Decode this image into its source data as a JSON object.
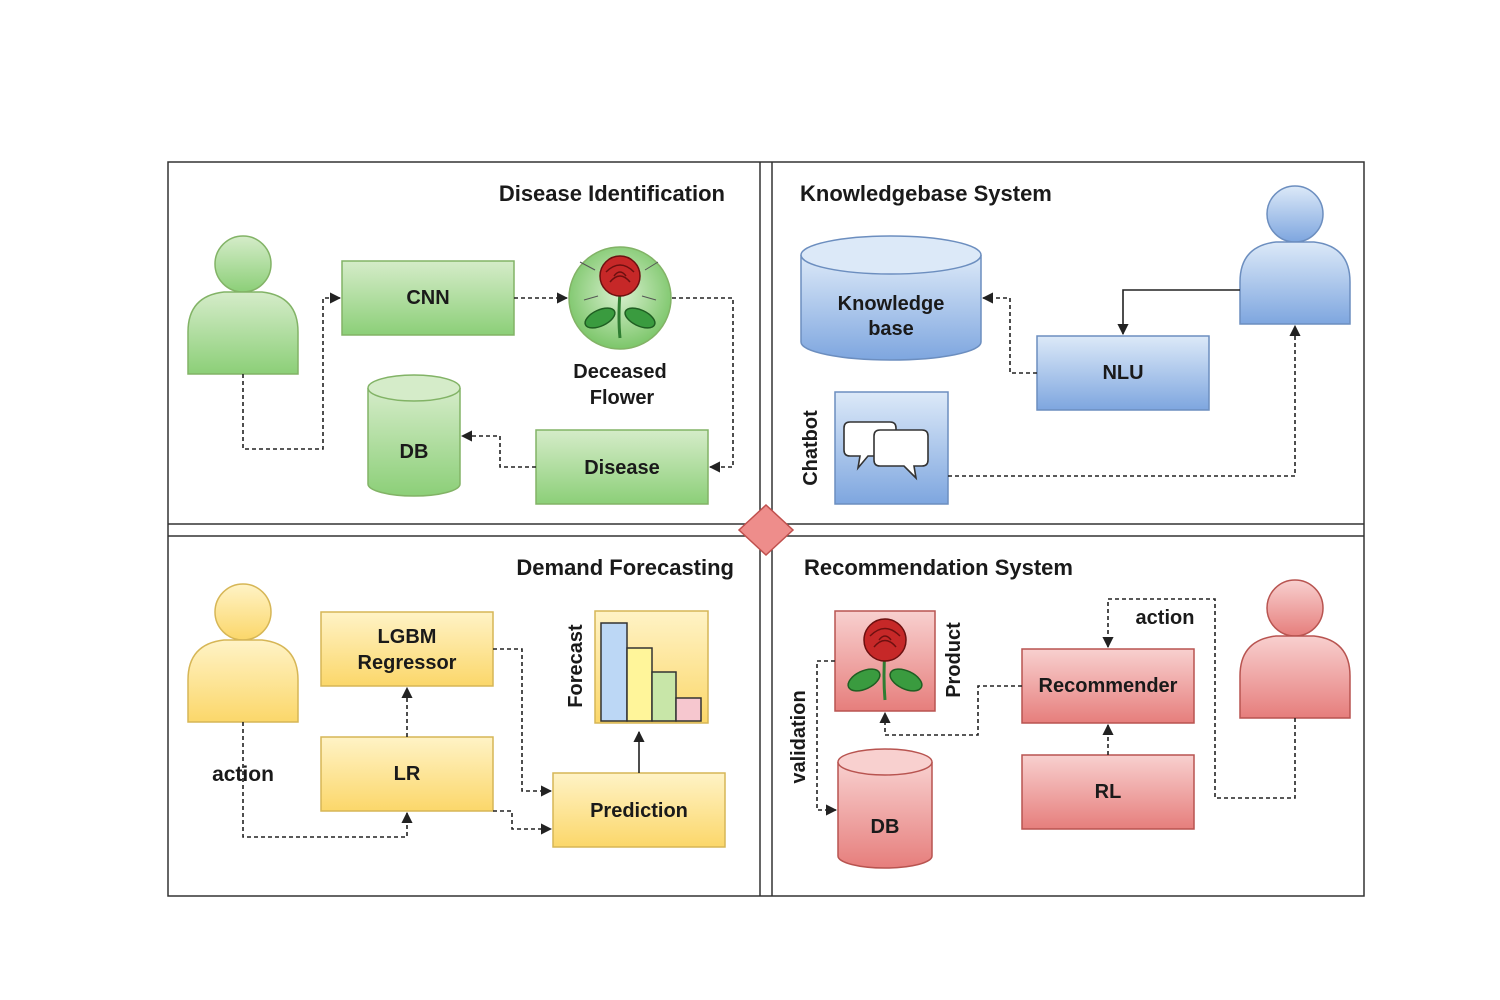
{
  "quadrants": {
    "disease": {
      "title": "Disease Identification",
      "cnn": "CNN",
      "flower_line1": "Deceased",
      "flower_line2": "Flower",
      "db": "DB",
      "disease": "Disease",
      "colors": {
        "fill": "#a9d99a",
        "stroke": "#82b366"
      }
    },
    "knowledge": {
      "title": "Knowledgebase System",
      "kb_line1": "Knowledge",
      "kb_line2": "base",
      "nlu": "NLU",
      "chatbot": "Chatbot",
      "colors": {
        "fill": "#8fb3e6",
        "stroke": "#6c8ebf"
      }
    },
    "demand": {
      "title": "Demand Forecasting",
      "lgbm_line1": "LGBM",
      "lgbm_line2": "Regressor",
      "lr": "LR",
      "prediction": "Prediction",
      "forecast": "Forecast",
      "action": "action",
      "colors": {
        "fill": "#fde59a",
        "stroke": "#d6b656"
      }
    },
    "recommendation": {
      "title": "Recommendation System",
      "product": "Product",
      "validation": "validation",
      "db": "DB",
      "recommender": "Recommender",
      "rl": "RL",
      "action": "action",
      "colors": {
        "fill": "#ef9a9a",
        "stroke": "#b85450"
      }
    }
  },
  "icons": [
    "user-icon",
    "database-icon",
    "rose-icon",
    "chat-bubbles-icon",
    "bar-chart-icon",
    "diamond-icon"
  ]
}
